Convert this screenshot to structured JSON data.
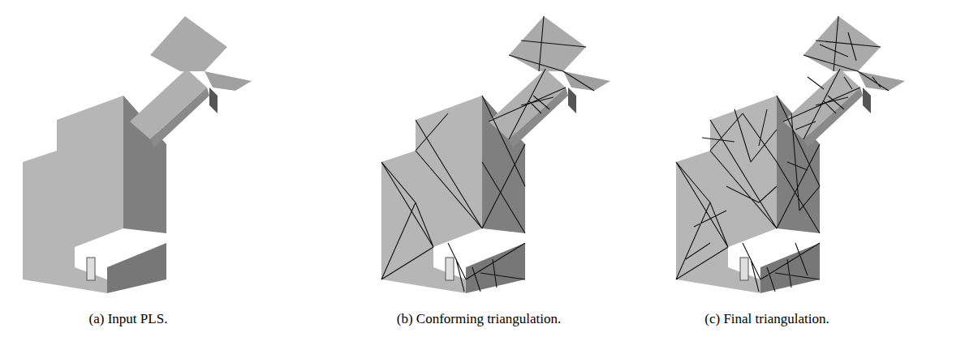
{
  "diagram": {
    "labels": [
      "(a) Input PLS.",
      "(b) Conforming triangulation.",
      "(c) Final triangulation."
    ]
  }
}
